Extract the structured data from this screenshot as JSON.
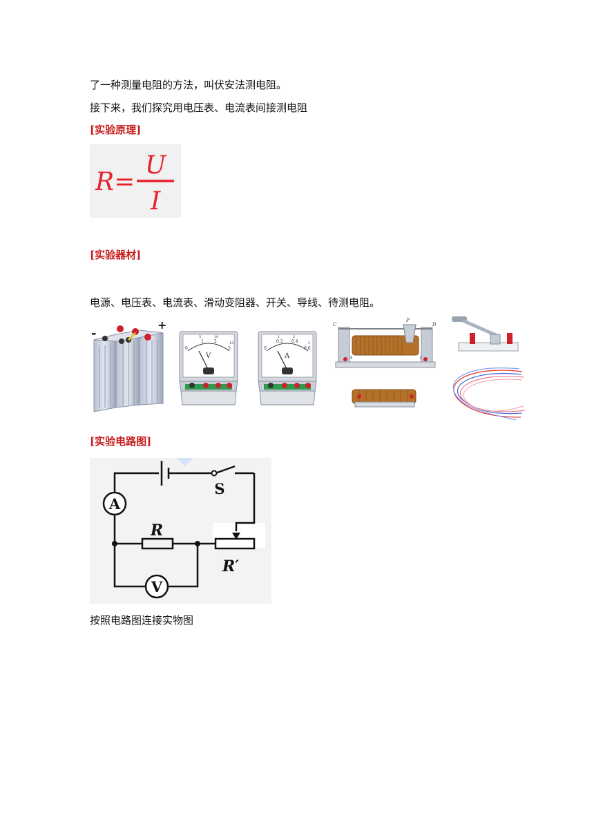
{
  "accent_color": "#e8202a",
  "heading_color": "#c81e1e",
  "paragraphs": {
    "intro": "了一种测量电阻的方法，叫伏安法测电阻。",
    "next": "接下来，我们探究用电压表、电流表间接测电阻",
    "materials": "电源、电压表、电流表、滑动变阻器、开关、导线、待测电阻。",
    "connect": "按照电路图连接实物图"
  },
  "headings": {
    "principle": "[实验原理]",
    "equipment": "[实验器材]",
    "circuit": "[实验电路图]"
  },
  "formula": {
    "lhs": "R=",
    "numerator": "U",
    "denominator": "I"
  },
  "battery": {
    "minus": "-",
    "plus": "+"
  },
  "voltmeter": {
    "symbol": "V",
    "scale": [
      "0",
      "1",
      "2",
      "3"
    ],
    "scale_extra": [
      "5",
      "10",
      "15"
    ]
  },
  "ammeter": {
    "symbol": "A",
    "scale": [
      "0",
      "0.2",
      "0.4",
      "0.6"
    ],
    "scale_extra": [
      "1",
      "2",
      "3"
    ]
  },
  "rheostat": {
    "terminals": [
      "C",
      "P",
      "D",
      "A",
      "B"
    ]
  },
  "circuit_diagram": {
    "ammeter": "A",
    "voltmeter": "V",
    "switch": "S",
    "resistor": "R",
    "rheostat": "R′"
  }
}
